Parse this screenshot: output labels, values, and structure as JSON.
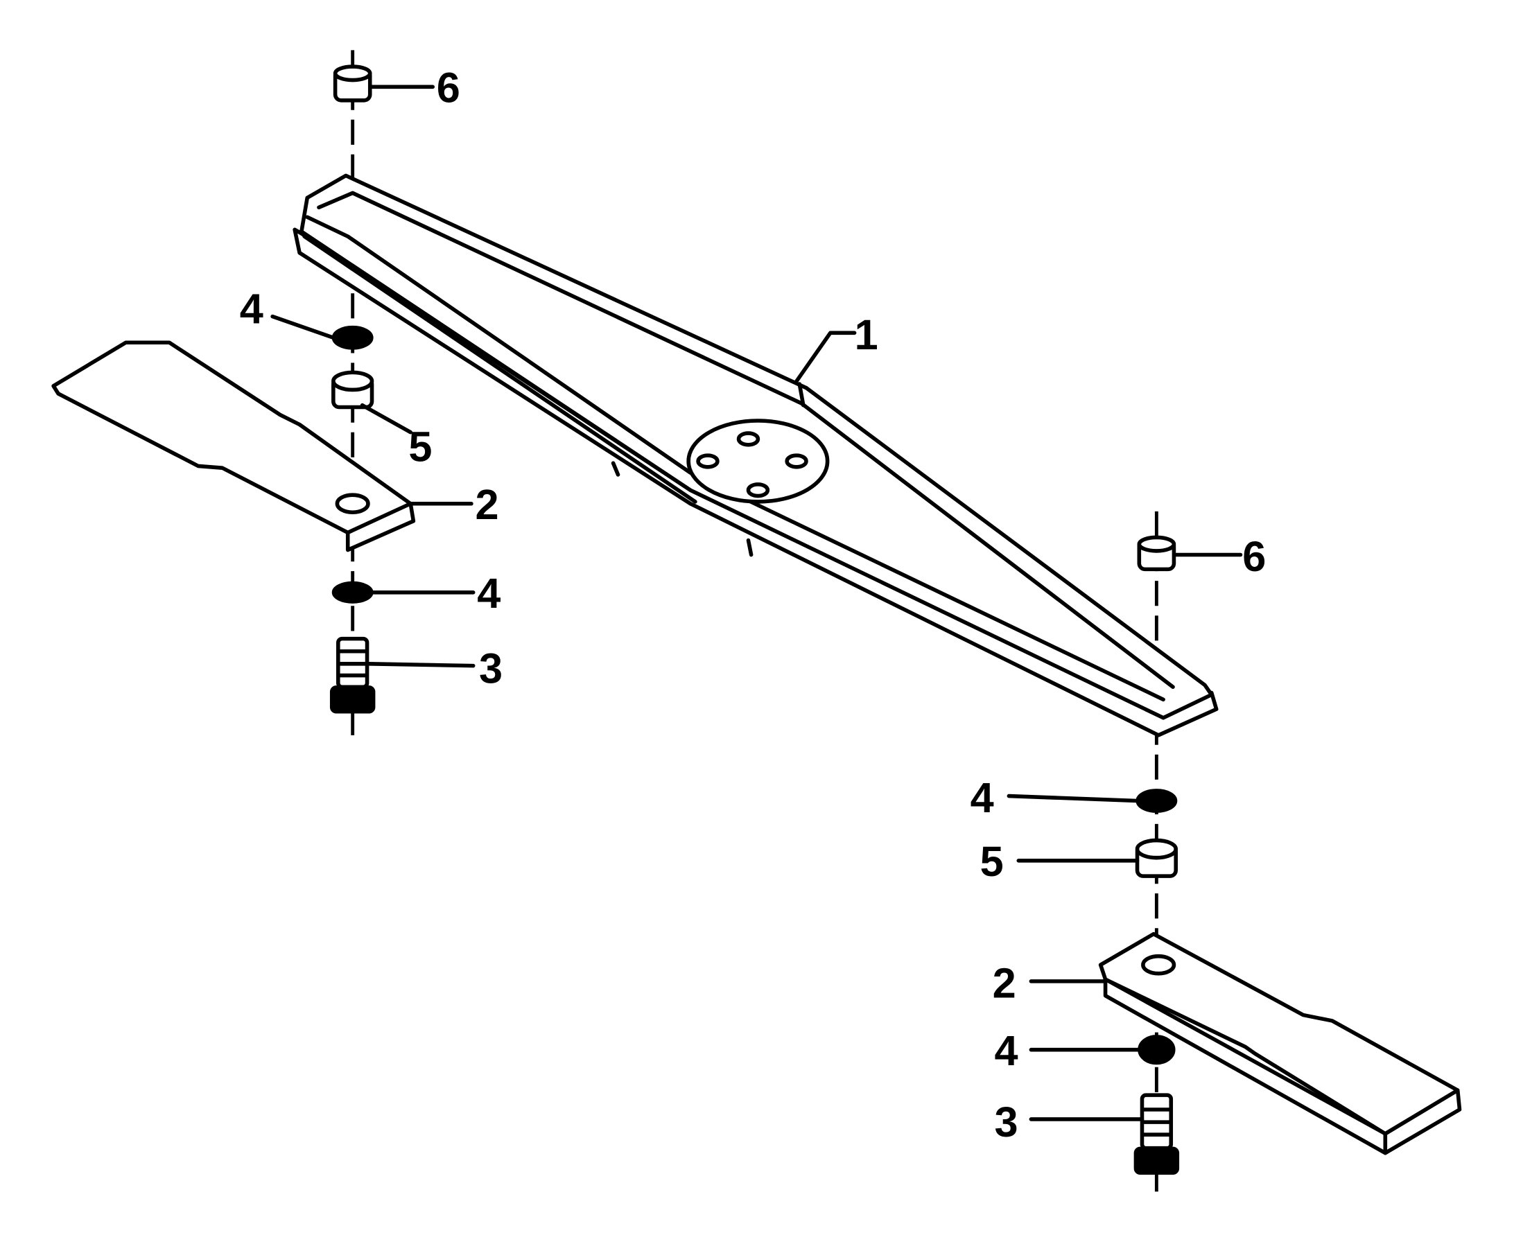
{
  "diagram": {
    "title": "Blade bar assembly exploded view",
    "callouts": {
      "bar": "1",
      "left_nut": "6",
      "left_washer_upper": "4",
      "left_spacer": "5",
      "left_blade": "2",
      "left_washer_lower": "4",
      "left_bolt": "3",
      "right_nut": "6",
      "right_washer_upper": "4",
      "right_spacer": "5",
      "right_blade": "2",
      "right_washer_lower": "4",
      "right_bolt": "3"
    }
  }
}
